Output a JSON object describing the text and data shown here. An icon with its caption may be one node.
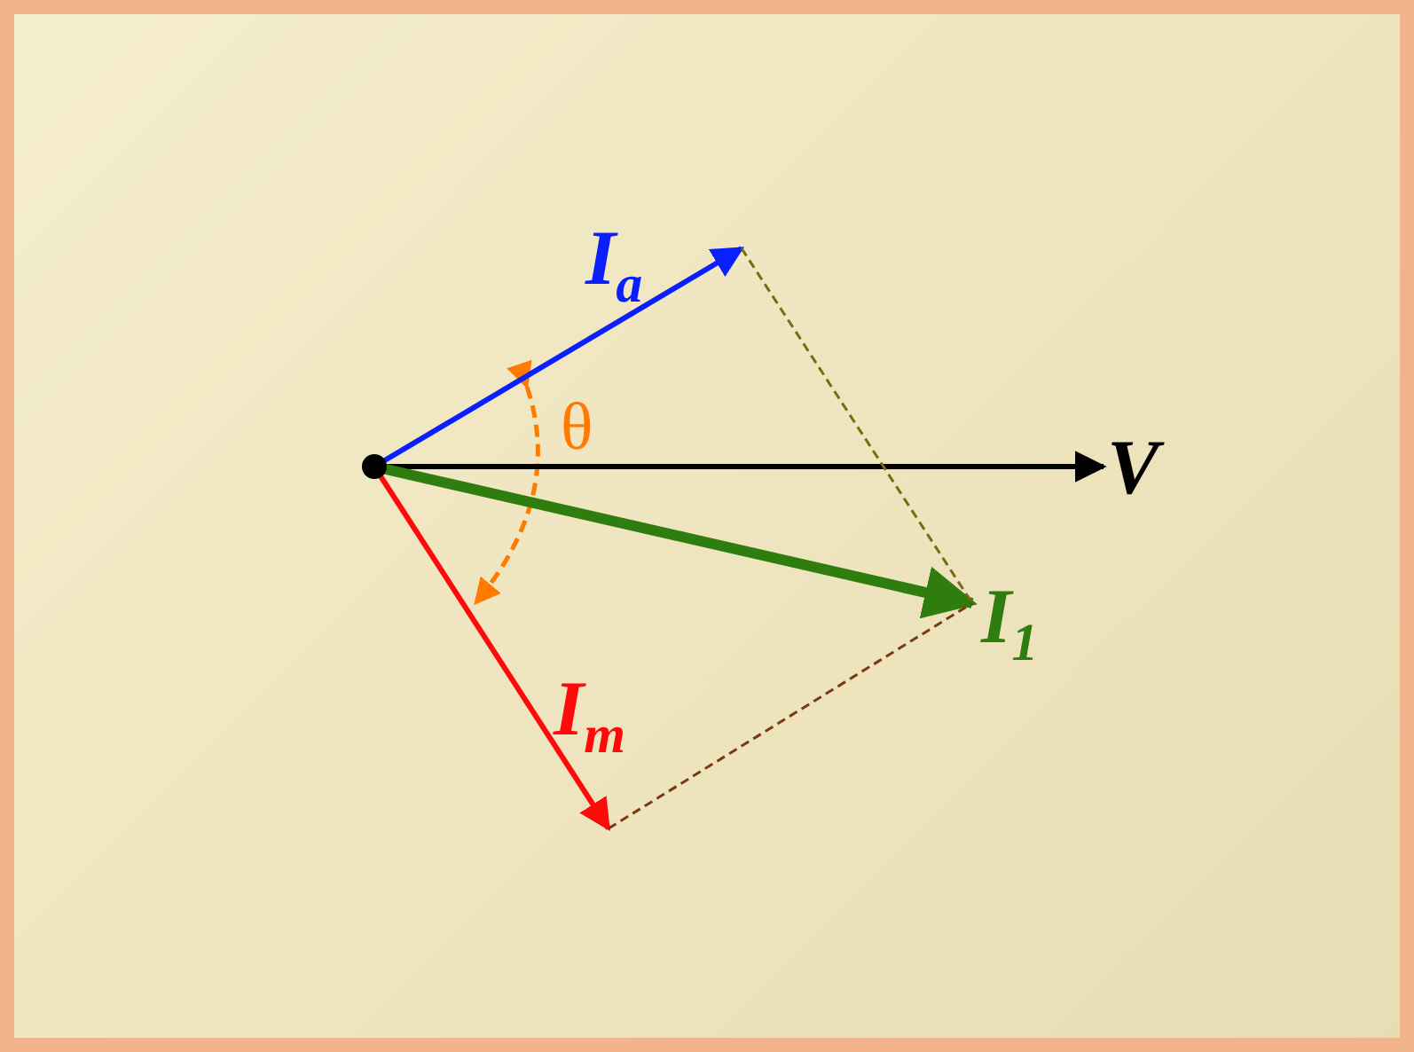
{
  "diagram": {
    "nodes": [
      {
        "text": [],
        "shape": "circle"
      },
      {
        "text": [
          "I$_{a}$"
        ]
      },
      {
        "text": [
          "V"
        ]
      },
      {
        "text": [
          "I$_{1}$"
        ]
      },
      {
        "text": [
          "I$_{m}$"
        ]
      }
    ],
    "edges": [
      {
        "from": 0,
        "to": 1,
        "arrow": "to",
        "color": "#0a1eff"
      },
      {
        "from": 0,
        "to": 2,
        "arrow": "to",
        "color": "#000000"
      },
      {
        "from": 0,
        "to": 3,
        "arrow": "to",
        "style": "thick",
        "color": "#2e7d0e"
      },
      {
        "from": 0,
        "to": 4,
        "arrow": "to",
        "color": "#ff0a0a"
      },
      {
        "from": 1,
        "to": 3,
        "arrow": "none",
        "style": "dashed",
        "color": "#7a6a10"
      },
      {
        "from": 4,
        "to": 3,
        "arrow": "none",
        "style": "dashed",
        "color": "#7a3a10"
      }
    ],
    "labels": [
      "θ"
    ]
  }
}
